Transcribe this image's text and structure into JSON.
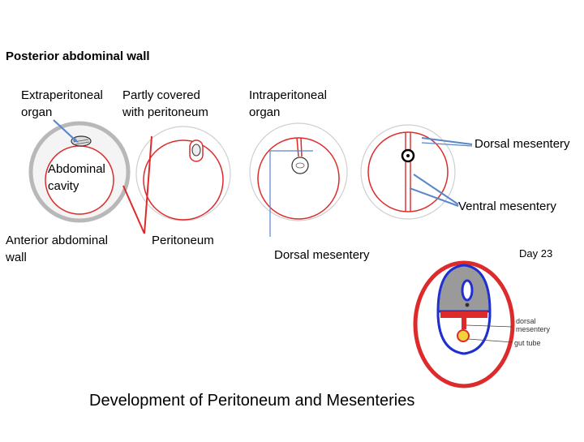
{
  "labels": {
    "posterior_wall": "Posterior abdominal wall",
    "extraperitoneal": "Extraperitoneal\norgan",
    "partly_covered": "Partly covered\nwith peritoneum",
    "intraperitoneal": "Intraperitoneal\norgan",
    "dorsal_mesentery_top": "Dorsal mesentery",
    "abdominal_cavity": "Abdominal\ncavity",
    "ventral_mesentery": "Ventral mesentery",
    "anterior_wall": "Anterior abdominal\nwall",
    "peritoneum": "Peritoneum",
    "dorsal_mesentery_mid": "Dorsal mesentery",
    "day": "Day 23",
    "inset_dorsal_mesentery": "dorsal\nmesentery",
    "inset_gut_tube": "gut tube"
  },
  "title": "Development of Peritoneum and Mesenteries",
  "colors": {
    "red": "#dd2b2b",
    "blue": "#1f2fd0",
    "gray": "#9a9a9a",
    "annotation": "#5a87c9",
    "gut": "#f2d23a"
  }
}
